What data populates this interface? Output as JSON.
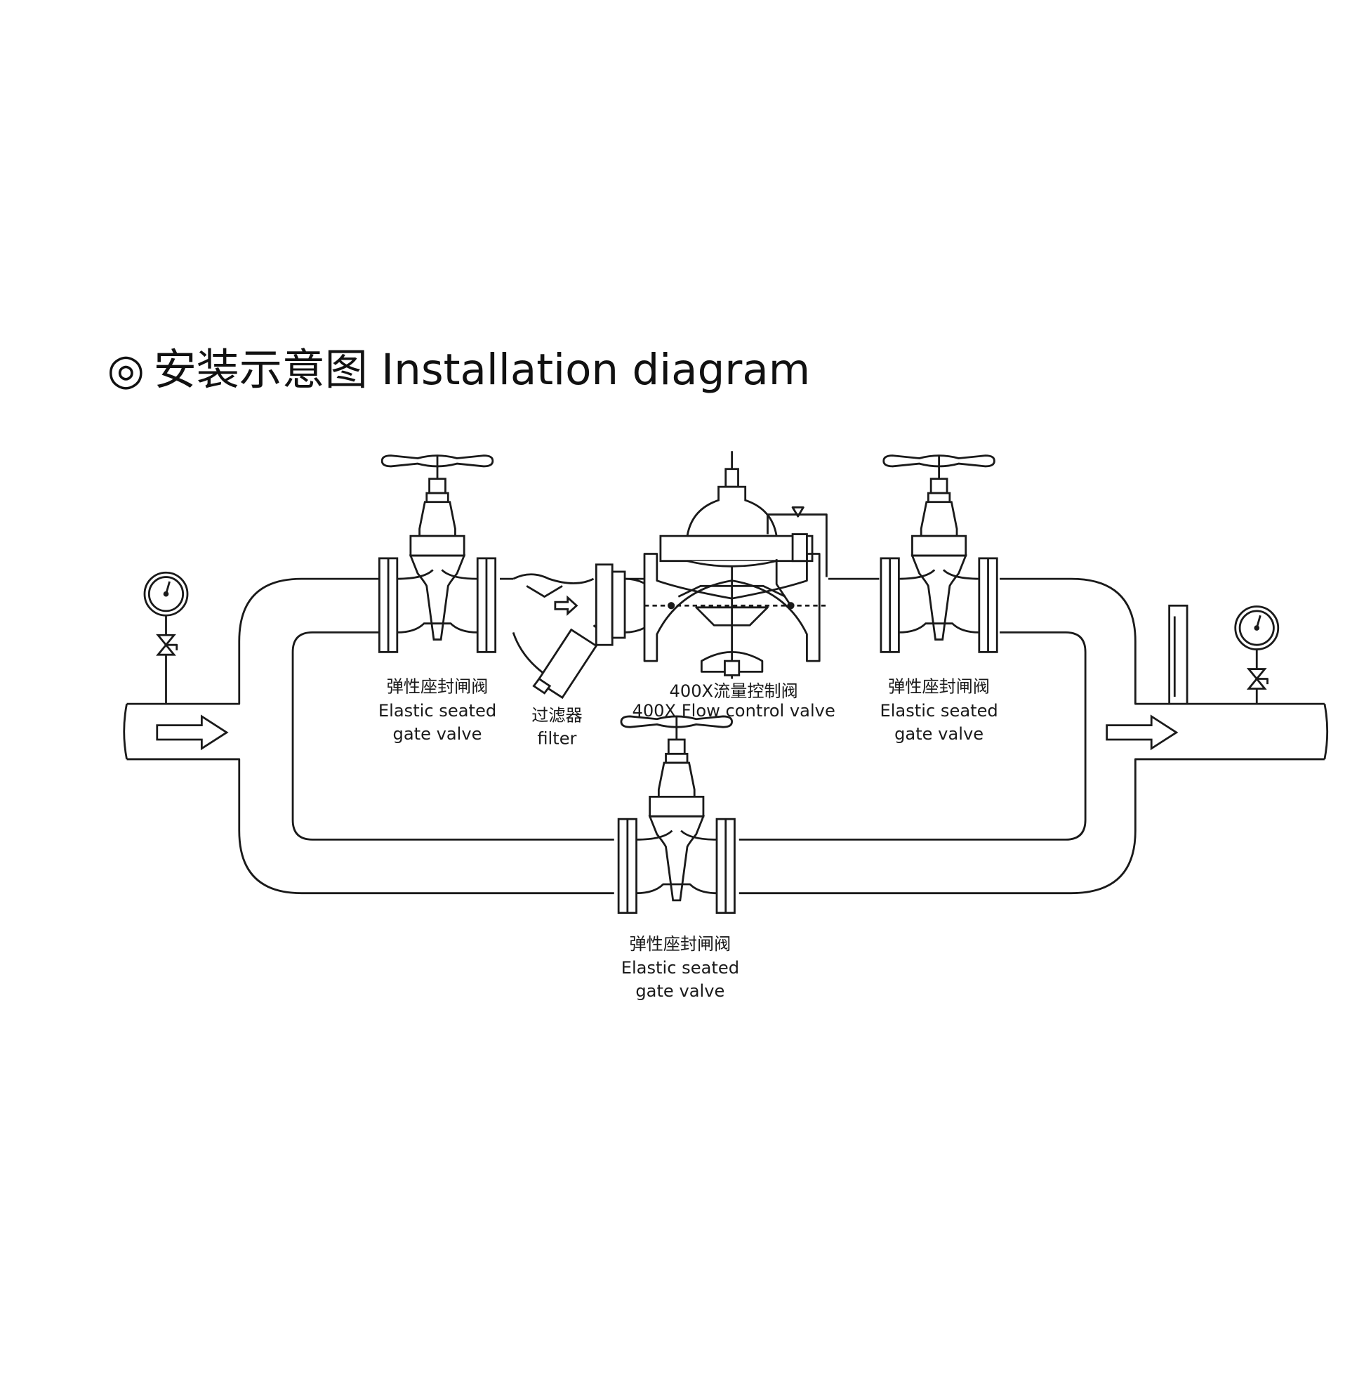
{
  "title": {
    "symbol": "◎",
    "text": "安装示意图 Installation diagram"
  },
  "labels": {
    "gate_valve_left": {
      "cn": "弹性座封闸阀",
      "en1": "Elastic seated",
      "en2": "gate valve"
    },
    "gate_valve_right": {
      "cn": "弹性座封闸阀",
      "en1": "Elastic seated",
      "en2": "gate valve"
    },
    "gate_valve_bypass": {
      "cn": "弹性座封闸阀",
      "en1": "Elastic seated",
      "en2": "gate valve"
    },
    "filter": {
      "cn": "过滤器",
      "en": "filter"
    },
    "control_valve": {
      "cn": "400X流量控制阀",
      "en": "400X Flow control valve"
    }
  },
  "colors": {
    "line": "#1a1a1a",
    "background": "#ffffff"
  }
}
